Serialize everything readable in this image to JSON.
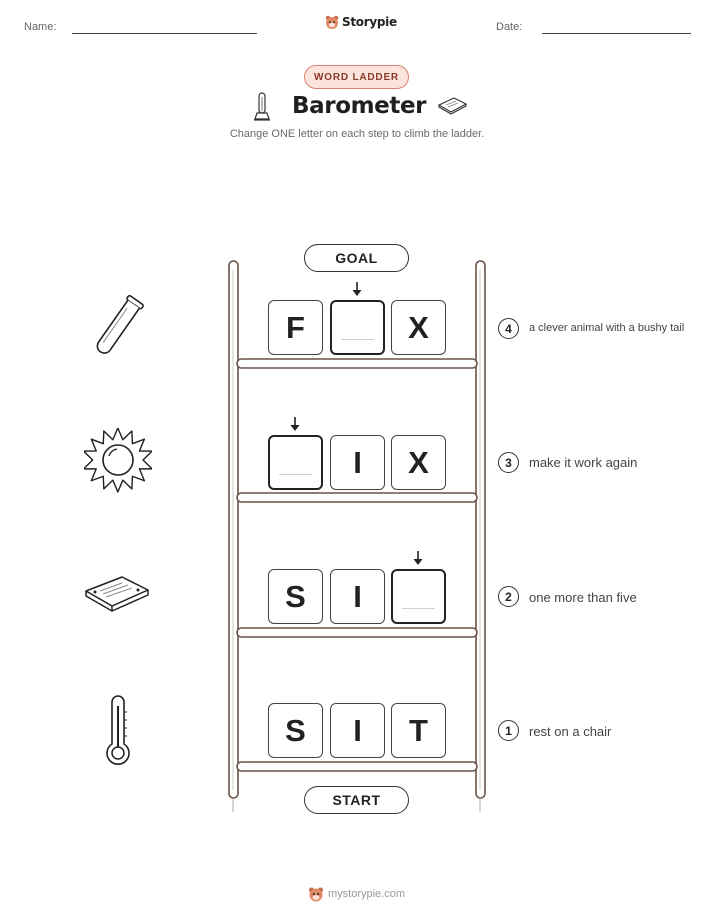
{
  "header": {
    "name_label": "Name:",
    "date_label": "Date:",
    "brand": "Storypie"
  },
  "badge": "WORD LADDER",
  "title": "Barometer",
  "subtitle": "Change ONE letter on each step to climb the ladder.",
  "goal_label": "GOAL",
  "start_label": "START",
  "steps": [
    {
      "number": "4",
      "clue": "a clever animal with a bushy tail",
      "letters": [
        "F",
        "",
        "X"
      ],
      "icon": "test-tube-icon"
    },
    {
      "number": "3",
      "clue": "make it work again",
      "letters": [
        "",
        "I",
        "X"
      ],
      "icon": "sun-icon"
    },
    {
      "number": "2",
      "clue": "one more than five",
      "letters": [
        "S",
        "I",
        ""
      ],
      "icon": "tablet-icon"
    },
    {
      "number": "1",
      "clue": "rest on a chair",
      "letters": [
        "S",
        "I",
        "T"
      ],
      "icon": "thermometer-icon"
    }
  ],
  "footer": "mystorypie.com",
  "colors": {
    "ladder": "#6b5448",
    "badge_bg": "#fbe4dc",
    "badge_border": "#d9826e",
    "badge_text": "#8c3a28"
  }
}
